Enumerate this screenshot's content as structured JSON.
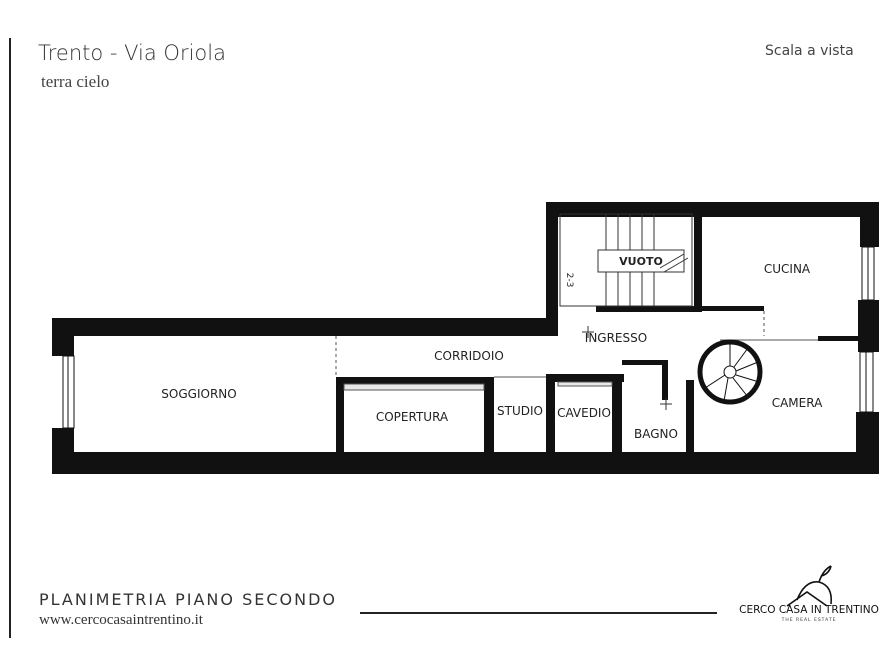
{
  "header": {
    "title": "Trento - Via Oriola",
    "subtitle": "terra cielo",
    "scale_note": "Scala a vista"
  },
  "plan": {
    "rooms": {
      "vuoto": "VUOTO",
      "cucina": "CUCINA",
      "ingresso": "INGRESSO",
      "corridoio": "CORRIDOIO",
      "soggiorno": "SOGGIORNO",
      "copertura": "COPERTURA",
      "studio": "STUDIO",
      "cavedio": "CAVEDIO",
      "bagno": "BAGNO",
      "camera": "CAMERA"
    },
    "stair_label": "2-3"
  },
  "footer": {
    "plan_title": "PLANIMETRIA PIANO SECONDO",
    "website": "www.cercocasaintrentino.it",
    "brand": "CERCO CASA IN TRENTINO",
    "tagline": "THE REAL ESTATE"
  },
  "colors": {
    "wall": "#111111",
    "text": "#333333",
    "background": "#ffffff"
  }
}
